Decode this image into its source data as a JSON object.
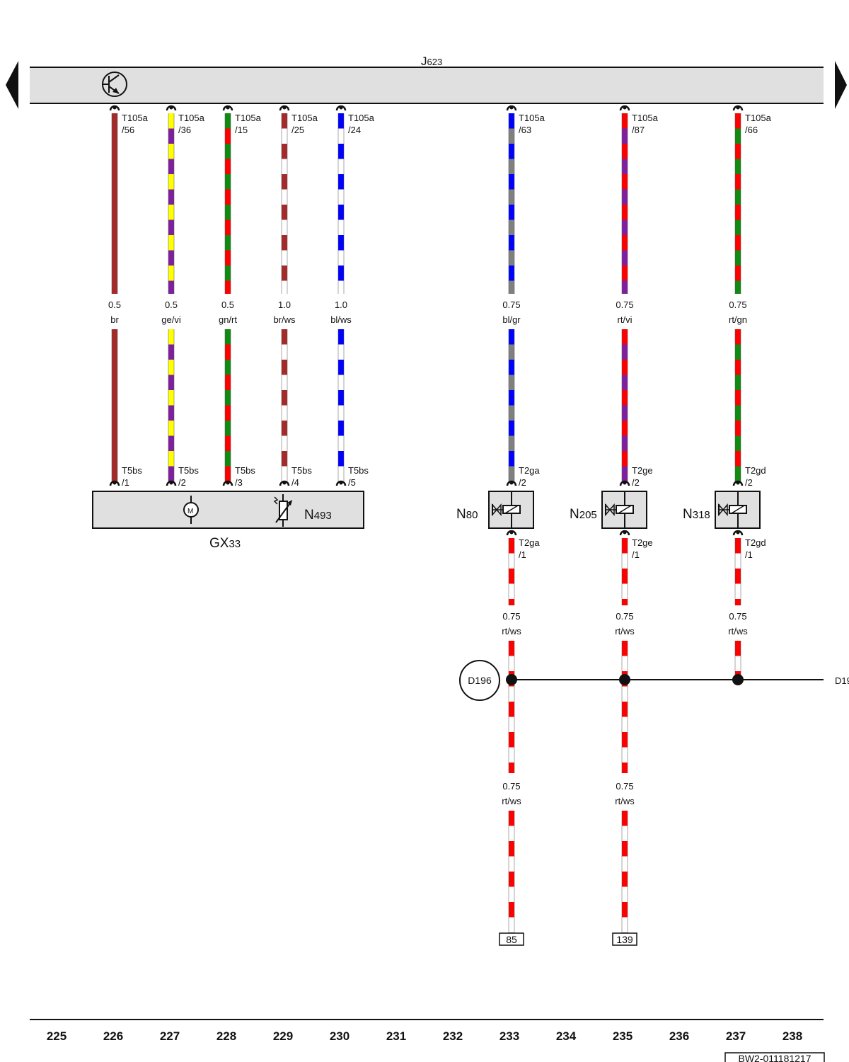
{
  "colors": {
    "br": "#a52a2a",
    "ge": "#ffff00",
    "vi": "#7f1f9f",
    "gn": "#108a10",
    "rt": "#ff0000",
    "ws": "#ffffff",
    "bl": "#0000ff",
    "gr": "#808080",
    "component_fill": "#e0e0e0"
  },
  "control_unit": {
    "id": "J",
    "sub": "623",
    "icon": "transistor-icon"
  },
  "wires": [
    {
      "id": "w226",
      "conn_top": "T105a",
      "pin_top": "/56",
      "size": "0.5",
      "color_code": "br",
      "conn_bottom": "T5bs",
      "pin_bottom": "/1"
    },
    {
      "id": "w227",
      "conn_top": "T105a",
      "pin_top": "/36",
      "size": "0.5",
      "color_code": "ge/vi",
      "conn_bottom": "T5bs",
      "pin_bottom": "/2"
    },
    {
      "id": "w228",
      "conn_top": "T105a",
      "pin_top": "/15",
      "size": "0.5",
      "color_code": "gn/rt",
      "conn_bottom": "T5bs",
      "pin_bottom": "/3"
    },
    {
      "id": "w229",
      "conn_top": "T105a",
      "pin_top": "/25",
      "size": "1.0",
      "color_code": "br/ws",
      "conn_bottom": "T5bs",
      "pin_bottom": "/4"
    },
    {
      "id": "w230",
      "conn_top": "T105a",
      "pin_top": "/24",
      "size": "1.0",
      "color_code": "bl/ws",
      "conn_bottom": "T5bs",
      "pin_bottom": "/5"
    },
    {
      "id": "w233",
      "conn_top": "T105a",
      "pin_top": "/63",
      "size": "0.75",
      "color_code": "bl/gr",
      "conn_bottom": "T2ga",
      "pin_bottom": "/2"
    },
    {
      "id": "w235",
      "conn_top": "T105a",
      "pin_top": "/87",
      "size": "0.75",
      "color_code": "rt/vi",
      "conn_bottom": "T2ge",
      "pin_bottom": "/2"
    },
    {
      "id": "w237",
      "conn_top": "T105a",
      "pin_top": "/66",
      "size": "0.75",
      "color_code": "rt/gn",
      "conn_bottom": "T2gd",
      "pin_bottom": "/2"
    }
  ],
  "motor_unit": {
    "id": "GX",
    "sub": "33",
    "sensor_id": "N",
    "sensor_sub": "493",
    "motor_icon": "motor-icon",
    "sensor_icon": "potentiometer-icon"
  },
  "valves": [
    {
      "id": "N",
      "sub": "80",
      "conn": "T2ga",
      "pin_out": "/1",
      "size": "0.75",
      "color_code": "rt/ws",
      "icon": "solenoid-valve-icon"
    },
    {
      "id": "N",
      "sub": "205",
      "conn": "T2ge",
      "pin_out": "/1",
      "size": "0.75",
      "color_code": "rt/ws",
      "icon": "solenoid-valve-icon"
    },
    {
      "id": "N",
      "sub": "318",
      "conn": "T2gd",
      "pin_out": "/1",
      "size": "0.75",
      "color_code": "rt/ws",
      "icon": "solenoid-valve-icon"
    }
  ],
  "junction": {
    "label": "D196",
    "continues_to": "D19"
  },
  "lower_wires": [
    {
      "size": "0.75",
      "color_code": "rt/ws",
      "ref": "85"
    },
    {
      "size": "0.75",
      "color_code": "rt/ws",
      "ref": "139"
    }
  ],
  "column_numbers": [
    "225",
    "226",
    "227",
    "228",
    "229",
    "230",
    "231",
    "232",
    "233",
    "234",
    "235",
    "236",
    "237",
    "238"
  ],
  "doc_ref": "BW2-011181217"
}
